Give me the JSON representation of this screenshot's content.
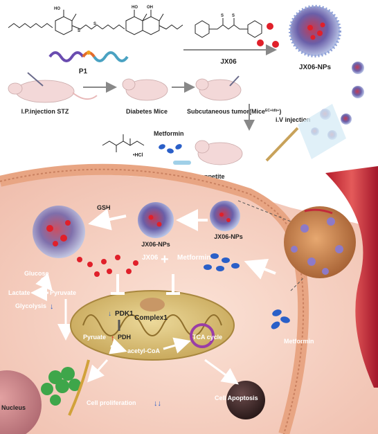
{
  "top": {
    "polymer_name": "P1",
    "drug_name": "JX06",
    "nanoparticle_label": "JX06-NPs",
    "step_stz": "I.P.injection STZ",
    "step_diabetes": "Diabetes Mice",
    "step_tumor": "Subcutaneous tumor(Mice",
    "step_tumor_superscript": "EC+/db+",
    "iv_injection": "i.V injection",
    "metformin": "Metformin",
    "hcl": "•HCl",
    "appetite": "An appetite"
  },
  "cell": {
    "gsh": "GSH",
    "nps_inner": "JX06-NPs",
    "nps_outer": "JX06-NPs",
    "jx06": "JX06",
    "plus": "+",
    "metformin": "Metformin",
    "metformin_outer": "Metformin",
    "glucose": "Glucose",
    "pyruvate": "Pyruvate",
    "lactate": "Lactate",
    "glycolysis": "Glycolysis",
    "pdk1": "PDK1",
    "complex1": "Complex1",
    "pyruate_mito": "Pyruate",
    "pdh": "PDH",
    "acetyl_coa": "acetyl-CoA",
    "tca_cycle": "TCA cycle",
    "nucleus": "Nucleus",
    "proliferation": "Cell proliferation",
    "apoptosis": "Cell Apoptosis"
  },
  "colors": {
    "membrane": "#e8a583",
    "cytoplasm": "#f5cdc0",
    "mitochondria": "#d7c07a",
    "drug_red": "#e0202a",
    "metformin_blue": "#2a5fc8",
    "arrow_white": "#ffffff",
    "down_arrow_blue": "#2a5fc8"
  },
  "icons": {
    "inhibit": "inhibit-bar-icon",
    "down": "down-arrow-icon",
    "up": "up-arrow-icon"
  }
}
